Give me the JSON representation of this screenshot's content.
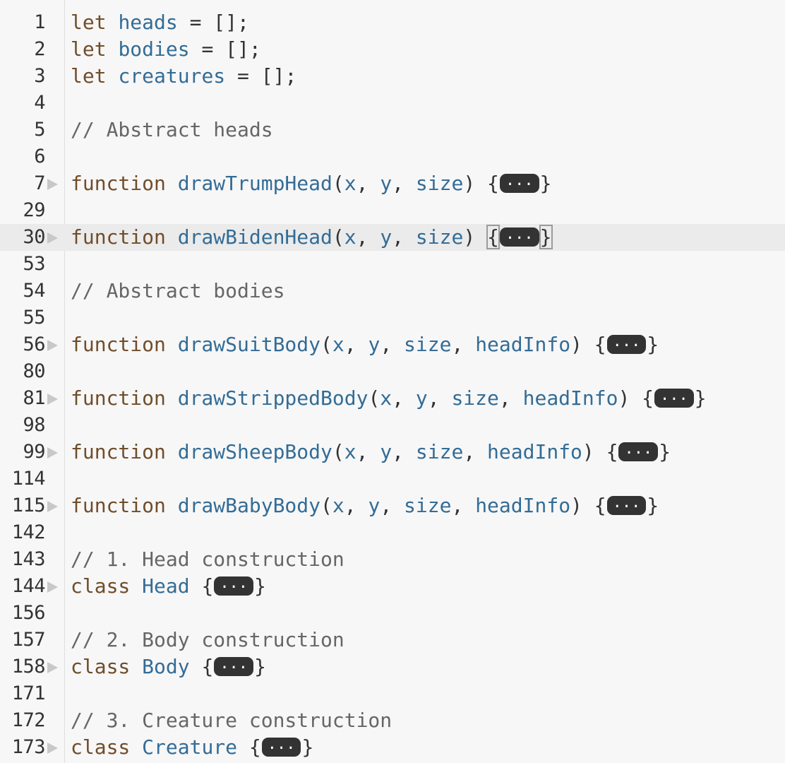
{
  "theme": {
    "background": "#f7f7f7",
    "keyword_color": "#704d2a",
    "identifier_color": "#336c96",
    "comment_color": "#666666",
    "text_color": "#333333",
    "fold_pill_color": "#333333",
    "active_line_color": "#ebebeb"
  },
  "fold_placeholder": "...",
  "lines": [
    {
      "num": "1",
      "fold": false,
      "active": false,
      "tokens": [
        {
          "t": "kw",
          "v": "let"
        },
        {
          "t": "op",
          "v": " "
        },
        {
          "t": "id",
          "v": "heads"
        },
        {
          "t": "op",
          "v": " = [];"
        }
      ]
    },
    {
      "num": "2",
      "fold": false,
      "active": false,
      "tokens": [
        {
          "t": "kw",
          "v": "let"
        },
        {
          "t": "op",
          "v": " "
        },
        {
          "t": "id",
          "v": "bodies"
        },
        {
          "t": "op",
          "v": " = [];"
        }
      ]
    },
    {
      "num": "3",
      "fold": false,
      "active": false,
      "tokens": [
        {
          "t": "kw",
          "v": "let"
        },
        {
          "t": "op",
          "v": " "
        },
        {
          "t": "id",
          "v": "creatures"
        },
        {
          "t": "op",
          "v": " = [];"
        }
      ]
    },
    {
      "num": "4",
      "fold": false,
      "active": false,
      "tokens": []
    },
    {
      "num": "5",
      "fold": false,
      "active": false,
      "tokens": [
        {
          "t": "cm",
          "v": "// Abstract heads"
        }
      ]
    },
    {
      "num": "6",
      "fold": false,
      "active": false,
      "tokens": []
    },
    {
      "num": "7",
      "fold": true,
      "active": false,
      "tokens": [
        {
          "t": "kw",
          "v": "function"
        },
        {
          "t": "op",
          "v": " "
        },
        {
          "t": "id",
          "v": "drawTrumpHead"
        },
        {
          "t": "op",
          "v": "("
        },
        {
          "t": "id",
          "v": "x"
        },
        {
          "t": "op",
          "v": ", "
        },
        {
          "t": "id",
          "v": "y"
        },
        {
          "t": "op",
          "v": ", "
        },
        {
          "t": "id",
          "v": "size"
        },
        {
          "t": "op",
          "v": ") {"
        },
        {
          "t": "pill"
        },
        {
          "t": "op",
          "v": "}"
        }
      ]
    },
    {
      "num": "29",
      "fold": false,
      "active": false,
      "tokens": []
    },
    {
      "num": "30",
      "fold": true,
      "active": true,
      "tokens": [
        {
          "t": "kw",
          "v": "function"
        },
        {
          "t": "op",
          "v": " "
        },
        {
          "t": "id",
          "v": "drawBidenHead"
        },
        {
          "t": "op",
          "v": "("
        },
        {
          "t": "id",
          "v": "x"
        },
        {
          "t": "op",
          "v": ", "
        },
        {
          "t": "id",
          "v": "y"
        },
        {
          "t": "op",
          "v": ", "
        },
        {
          "t": "id",
          "v": "size"
        },
        {
          "t": "op",
          "v": ") "
        },
        {
          "t": "hl",
          "v": "{"
        },
        {
          "t": "pill"
        },
        {
          "t": "hl",
          "v": "}"
        }
      ]
    },
    {
      "num": "53",
      "fold": false,
      "active": false,
      "tokens": []
    },
    {
      "num": "54",
      "fold": false,
      "active": false,
      "tokens": [
        {
          "t": "cm",
          "v": "// Abstract bodies"
        }
      ]
    },
    {
      "num": "55",
      "fold": false,
      "active": false,
      "tokens": []
    },
    {
      "num": "56",
      "fold": true,
      "active": false,
      "tokens": [
        {
          "t": "kw",
          "v": "function"
        },
        {
          "t": "op",
          "v": " "
        },
        {
          "t": "id",
          "v": "drawSuitBody"
        },
        {
          "t": "op",
          "v": "("
        },
        {
          "t": "id",
          "v": "x"
        },
        {
          "t": "op",
          "v": ", "
        },
        {
          "t": "id",
          "v": "y"
        },
        {
          "t": "op",
          "v": ", "
        },
        {
          "t": "id",
          "v": "size"
        },
        {
          "t": "op",
          "v": ", "
        },
        {
          "t": "id",
          "v": "headInfo"
        },
        {
          "t": "op",
          "v": ") {"
        },
        {
          "t": "pill"
        },
        {
          "t": "op",
          "v": "}"
        }
      ]
    },
    {
      "num": "80",
      "fold": false,
      "active": false,
      "tokens": []
    },
    {
      "num": "81",
      "fold": true,
      "active": false,
      "tokens": [
        {
          "t": "kw",
          "v": "function"
        },
        {
          "t": "op",
          "v": " "
        },
        {
          "t": "id",
          "v": "drawStrippedBody"
        },
        {
          "t": "op",
          "v": "("
        },
        {
          "t": "id",
          "v": "x"
        },
        {
          "t": "op",
          "v": ", "
        },
        {
          "t": "id",
          "v": "y"
        },
        {
          "t": "op",
          "v": ", "
        },
        {
          "t": "id",
          "v": "size"
        },
        {
          "t": "op",
          "v": ", "
        },
        {
          "t": "id",
          "v": "headInfo"
        },
        {
          "t": "op",
          "v": ") {"
        },
        {
          "t": "pill"
        },
        {
          "t": "op",
          "v": "}"
        }
      ]
    },
    {
      "num": "98",
      "fold": false,
      "active": false,
      "tokens": []
    },
    {
      "num": "99",
      "fold": true,
      "active": false,
      "tokens": [
        {
          "t": "kw",
          "v": "function"
        },
        {
          "t": "op",
          "v": " "
        },
        {
          "t": "id",
          "v": "drawSheepBody"
        },
        {
          "t": "op",
          "v": "("
        },
        {
          "t": "id",
          "v": "x"
        },
        {
          "t": "op",
          "v": ", "
        },
        {
          "t": "id",
          "v": "y"
        },
        {
          "t": "op",
          "v": ", "
        },
        {
          "t": "id",
          "v": "size"
        },
        {
          "t": "op",
          "v": ", "
        },
        {
          "t": "id",
          "v": "headInfo"
        },
        {
          "t": "op",
          "v": ") {"
        },
        {
          "t": "pill"
        },
        {
          "t": "op",
          "v": "}"
        }
      ]
    },
    {
      "num": "114",
      "fold": false,
      "active": false,
      "tokens": []
    },
    {
      "num": "115",
      "fold": true,
      "active": false,
      "tokens": [
        {
          "t": "kw",
          "v": "function"
        },
        {
          "t": "op",
          "v": " "
        },
        {
          "t": "id",
          "v": "drawBabyBody"
        },
        {
          "t": "op",
          "v": "("
        },
        {
          "t": "id",
          "v": "x"
        },
        {
          "t": "op",
          "v": ", "
        },
        {
          "t": "id",
          "v": "y"
        },
        {
          "t": "op",
          "v": ", "
        },
        {
          "t": "id",
          "v": "size"
        },
        {
          "t": "op",
          "v": ", "
        },
        {
          "t": "id",
          "v": "headInfo"
        },
        {
          "t": "op",
          "v": ") {"
        },
        {
          "t": "pill"
        },
        {
          "t": "op",
          "v": "}"
        }
      ]
    },
    {
      "num": "142",
      "fold": false,
      "active": false,
      "tokens": []
    },
    {
      "num": "143",
      "fold": false,
      "active": false,
      "tokens": [
        {
          "t": "cm",
          "v": "// 1. Head construction"
        }
      ]
    },
    {
      "num": "144",
      "fold": true,
      "active": false,
      "tokens": [
        {
          "t": "kw",
          "v": "class"
        },
        {
          "t": "op",
          "v": " "
        },
        {
          "t": "id",
          "v": "Head"
        },
        {
          "t": "op",
          "v": " {"
        },
        {
          "t": "pill"
        },
        {
          "t": "op",
          "v": "}"
        }
      ]
    },
    {
      "num": "156",
      "fold": false,
      "active": false,
      "tokens": []
    },
    {
      "num": "157",
      "fold": false,
      "active": false,
      "tokens": [
        {
          "t": "cm",
          "v": "// 2. Body construction"
        }
      ]
    },
    {
      "num": "158",
      "fold": true,
      "active": false,
      "tokens": [
        {
          "t": "kw",
          "v": "class"
        },
        {
          "t": "op",
          "v": " "
        },
        {
          "t": "id",
          "v": "Body"
        },
        {
          "t": "op",
          "v": " {"
        },
        {
          "t": "pill"
        },
        {
          "t": "op",
          "v": "}"
        }
      ]
    },
    {
      "num": "171",
      "fold": false,
      "active": false,
      "tokens": []
    },
    {
      "num": "172",
      "fold": false,
      "active": false,
      "tokens": [
        {
          "t": "cm",
          "v": "// 3. Creature construction"
        }
      ]
    },
    {
      "num": "173",
      "fold": true,
      "active": false,
      "tokens": [
        {
          "t": "kw",
          "v": "class"
        },
        {
          "t": "op",
          "v": " "
        },
        {
          "t": "id",
          "v": "Creature"
        },
        {
          "t": "op",
          "v": " {"
        },
        {
          "t": "pill"
        },
        {
          "t": "op",
          "v": "}"
        }
      ]
    }
  ]
}
